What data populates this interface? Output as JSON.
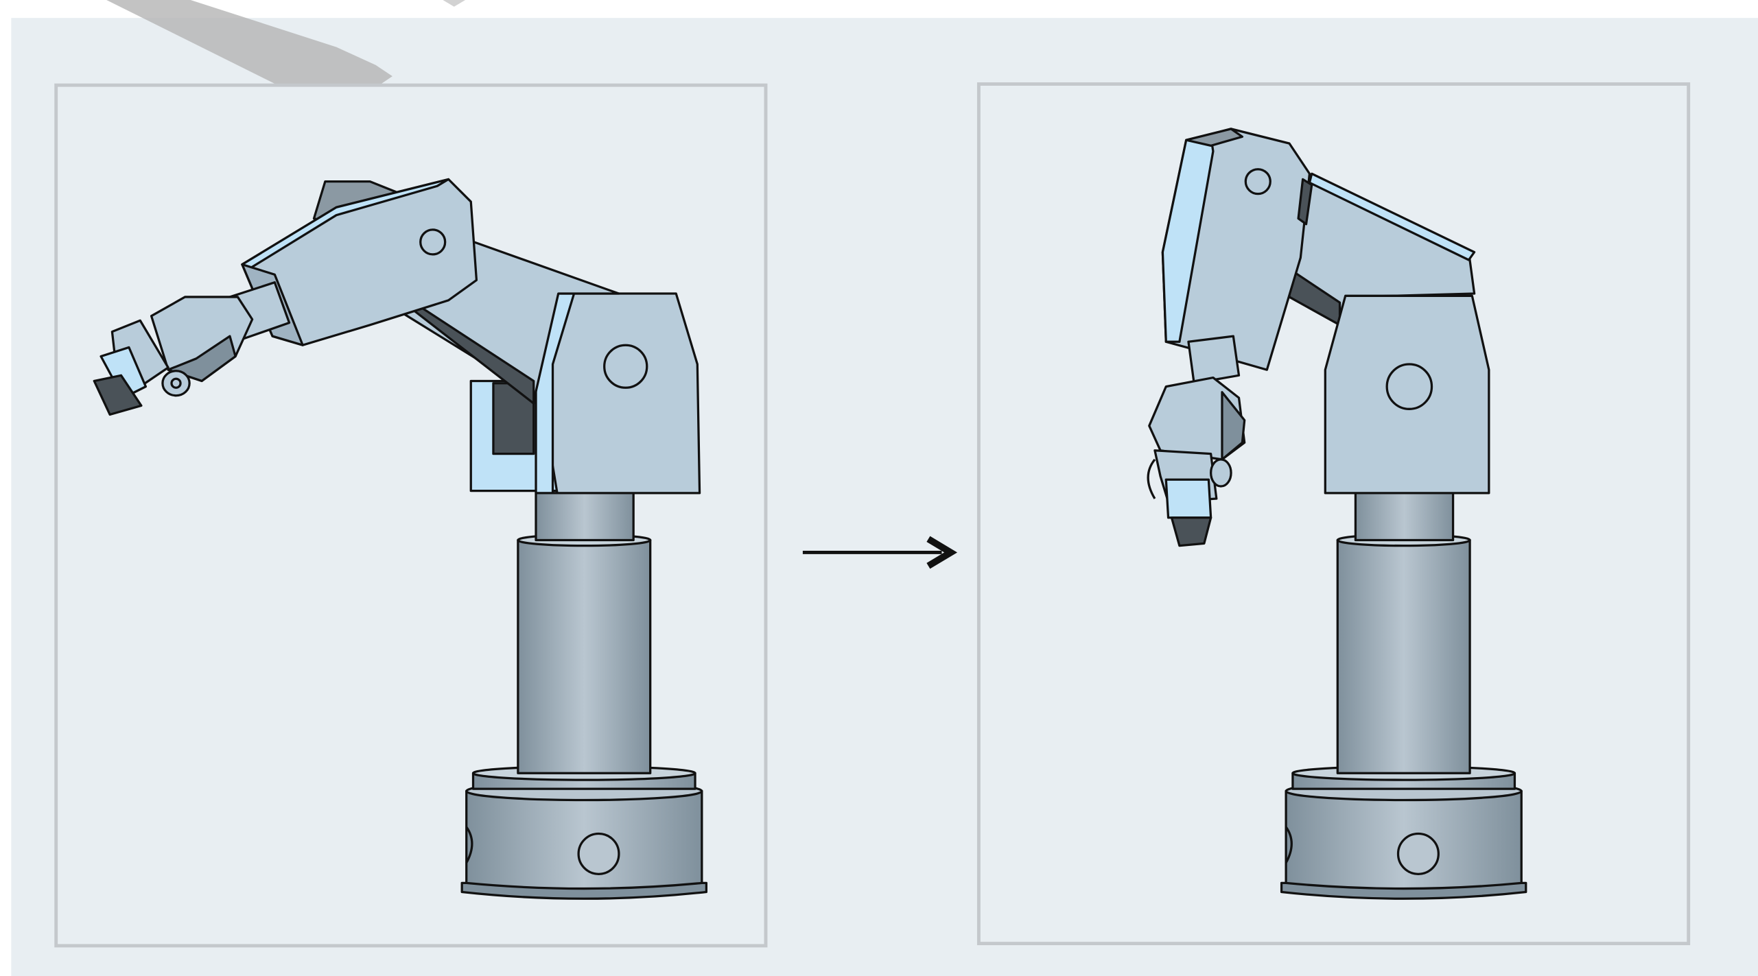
{
  "figure": {
    "panels": [
      {
        "id": "before",
        "pose": "arm-extended-left"
      },
      {
        "id": "after",
        "pose": "arm-lowered-down"
      }
    ],
    "transition": {
      "icon": "arrow-right-icon"
    },
    "watermark": {
      "icon": "watermark-shape"
    }
  },
  "colors": {
    "background": "#e8eef2",
    "frame": "#c4c8cc",
    "body_fill": "#b8ccda",
    "body_highlight": "#bfe2f7",
    "column_light": "#b9c6d0",
    "column_dark": "#7f909c",
    "dark_slot": "#4a5258",
    "outline": "#111111",
    "watermark": "#b4b4b4"
  }
}
